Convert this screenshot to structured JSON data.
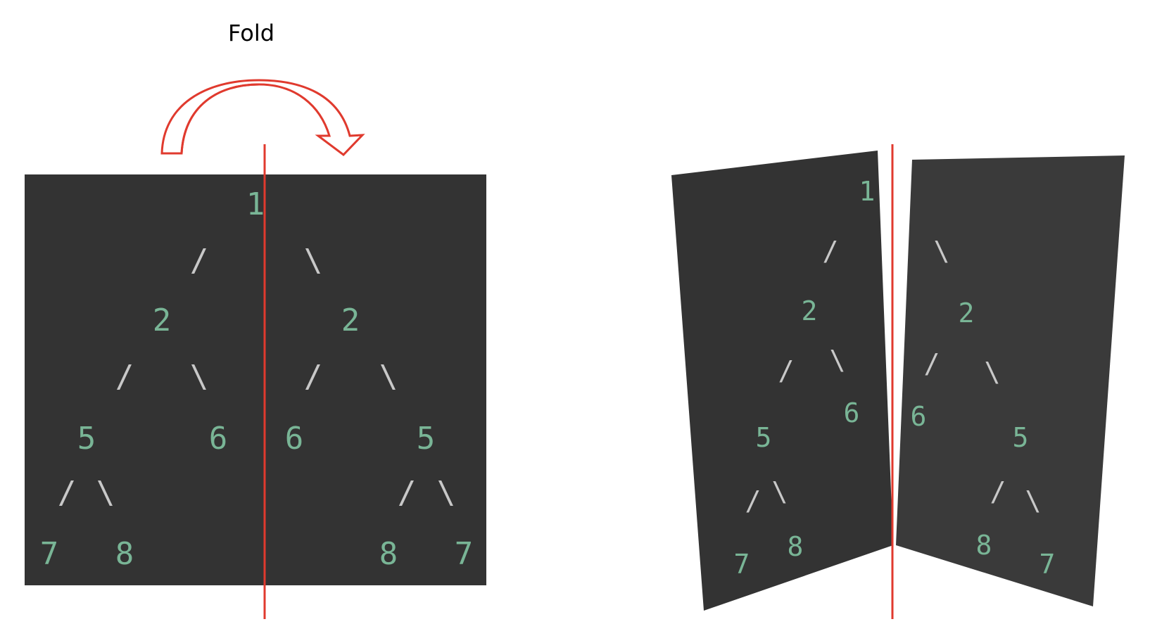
{
  "title": "Fold",
  "colors": {
    "panel": "#333333",
    "panel_light": "#3a3a3a",
    "node_text": "#79b596",
    "edge_text": "#c8c8c8",
    "fold_line": "#e03a2e",
    "arrow_fill": "#ffffff",
    "title_text": "#000000"
  },
  "flat_tree": {
    "root": "1",
    "left_child": "2",
    "right_child": "2",
    "left_left": "5",
    "left_right": "6",
    "right_left": "6",
    "right_right": "5",
    "ll_left": "7",
    "ll_right": "8",
    "rr_left": "8",
    "rr_right": "7",
    "edge_left": "/",
    "edge_right": "\\"
  },
  "folded_tree": {
    "left_panel": {
      "root": "1",
      "edge_top": "/",
      "child": "2",
      "edge_l": "/",
      "edge_r": "\\",
      "node_5": "5",
      "node_6": "6",
      "edge_ll": "/",
      "edge_lr": "\\",
      "node_7": "7",
      "node_8": "8"
    },
    "right_panel": {
      "edge_top": "\\",
      "child": "2",
      "edge_l": "/",
      "edge_r": "\\",
      "node_6": "6",
      "node_5": "5",
      "edge_rl": "/",
      "edge_rr": "\\",
      "node_8": "8",
      "node_7": "7"
    }
  }
}
